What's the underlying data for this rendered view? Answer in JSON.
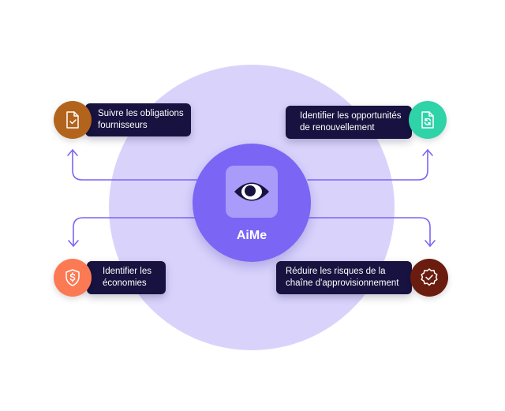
{
  "hub": {
    "label": "AiMe",
    "icon": "eye-icon",
    "color": "#7a65f5"
  },
  "outcomes": [
    {
      "text": "Suivre les obligations fournisseurs",
      "icon": "document-check-icon",
      "color": "#b3641c"
    },
    {
      "text": "Identifier les opportunités de renouvellement",
      "icon": "document-refresh-icon",
      "color": "#2ed3a8"
    },
    {
      "text": "Identifier les économies",
      "icon": "dollar-shield-icon",
      "color": "#fb7a54"
    },
    {
      "text": "Réduire les risques de la chaîne d'approvisionnement",
      "icon": "check-badge-icon",
      "color": "#6a1d0e"
    }
  ],
  "colors": {
    "background_circle": "#d9d3fc",
    "label_background": "#17123f",
    "connector": "#7a65f5"
  }
}
